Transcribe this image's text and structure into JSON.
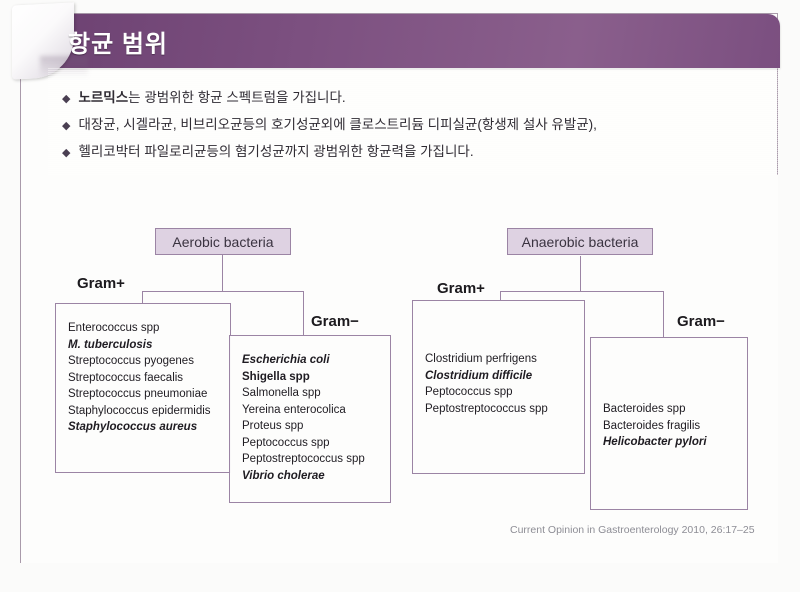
{
  "header": {
    "title": "항균 범위"
  },
  "bullets": [
    {
      "mark": "◆",
      "segments": [
        {
          "text": "노르믹스",
          "bold": true
        },
        {
          "text": "는 광범위한 항균 스펙트럼을 가집니다.",
          "bold": false
        }
      ]
    },
    {
      "mark": "◆",
      "segments": [
        {
          "text": "대장균, 시겔라균, 비브리오균등의 호기성균외에 클로스트리듐 디피실균(항생제 설사 유발균),",
          "bold": false
        }
      ]
    },
    {
      "mark": "◆",
      "segments": [
        {
          "text": "헬리코박터 파일로리균등의 혐기성균까지 광범위한 항균력을 가집니다.",
          "bold": false
        }
      ]
    }
  ],
  "diagram": {
    "groups": [
      {
        "id": "aerobic",
        "title": "Aerobic bacteria",
        "gram_positive_label": "Gram+",
        "gram_negative_label": "Gram−",
        "gram_positive": [
          {
            "name": "Enterococcus spp",
            "style": "normal"
          },
          {
            "name": "M. tuberculosis",
            "style": "bold-italic"
          },
          {
            "name": "Streptococcus pyogenes",
            "style": "normal"
          },
          {
            "name": "Streptococcus faecalis",
            "style": "normal"
          },
          {
            "name": "Streptococcus pneumoniae",
            "style": "normal"
          },
          {
            "name": "Staphylococcus epidermidis",
            "style": "normal"
          },
          {
            "name": "Staphylococcus aureus",
            "style": "bold-italic"
          }
        ],
        "gram_negative": [
          {
            "name": "Escherichia coli",
            "style": "bold-italic"
          },
          {
            "name": "Shigella spp",
            "style": "bold"
          },
          {
            "name": "Salmonella spp",
            "style": "normal"
          },
          {
            "name": "Yereina enterocolica",
            "style": "normal"
          },
          {
            "name": "Proteus spp",
            "style": "normal"
          },
          {
            "name": "Peptococcus spp",
            "style": "normal"
          },
          {
            "name": "Peptostreptococcus spp",
            "style": "normal"
          },
          {
            "name": "Vibrio cholerae",
            "style": "bold-italic"
          }
        ]
      },
      {
        "id": "anaerobic",
        "title": "Anaerobic bacteria",
        "gram_positive_label": "Gram+",
        "gram_negative_label": "Gram−",
        "gram_positive": [
          {
            "name": "Clostridium perfrigens",
            "style": "normal"
          },
          {
            "name": "Clostridium difficile",
            "style": "bold-italic"
          },
          {
            "name": "Peptococcus spp",
            "style": "normal"
          },
          {
            "name": "Peptostreptococcus spp",
            "style": "normal"
          }
        ],
        "gram_negative": [
          {
            "name": "Bacteroides spp",
            "style": "normal"
          },
          {
            "name": "Bacteroides fragilis",
            "style": "normal"
          },
          {
            "name": "Helicobacter pylori",
            "style": "bold-italic"
          }
        ]
      }
    ]
  },
  "citation": "Current Opinion in Gastroenterology 2010, 26:17–25",
  "colors": {
    "header_purple": "#7c5080",
    "pill_fill": "#ded2e2",
    "line_purple": "#9b84a4",
    "panel_gray": "#dedce2"
  }
}
